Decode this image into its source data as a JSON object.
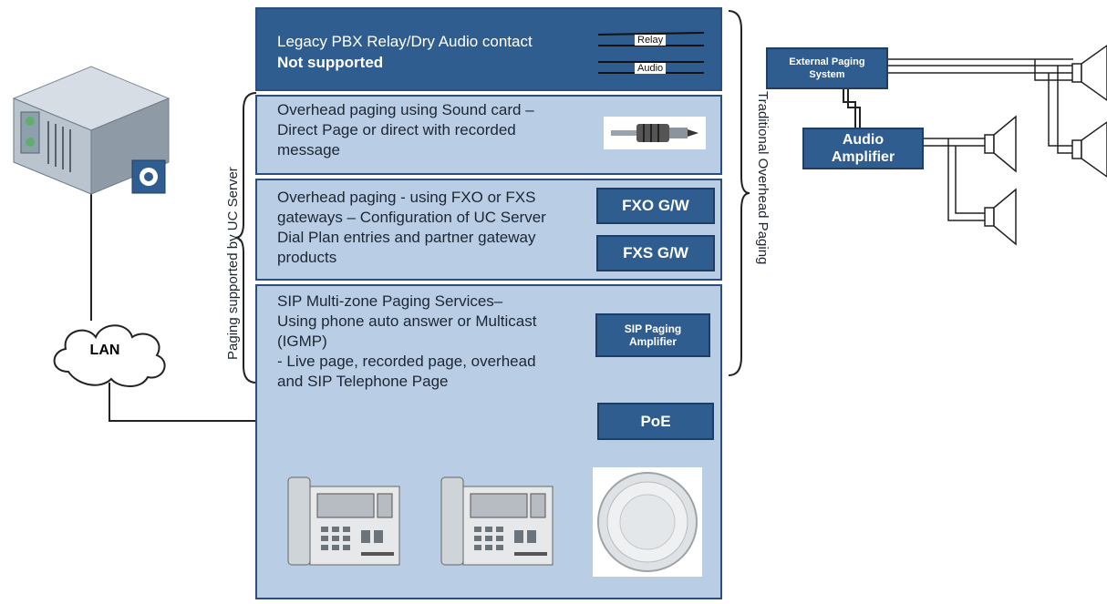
{
  "legacy": {
    "title": "Legacy PBX Relay/Dry Audio contact",
    "subtitle": "Not supported",
    "relay_label": "Relay",
    "audio_label": "Audio"
  },
  "soundcard": {
    "text": "Overhead paging using Sound card –\nDirect Page or direct with recorded\nmessage"
  },
  "fxo_fxs": {
    "text": "Overhead paging - using FXO or FXS\ngateways – Configuration of UC Server\nDial Plan entries and partner gateway\nproducts",
    "fxo_label": "FXO G/W",
    "fxs_label": "FXS G/W"
  },
  "sip": {
    "text": "SIP Multi-zone Paging Services–\nUsing phone auto answer or Multicast\n(IGMP)\n- Live page, recorded page, overhead\nand SIP Telephone Page",
    "amp_label": "SIP Paging\nAmplifier",
    "poe_label": "PoE"
  },
  "lan_label": "LAN",
  "external_paging_label": "External Paging\nSystem",
  "audio_amplifier_label": "Audio\nAmplifier",
  "left_brace_label": "Paging supported by UC Server",
  "right_brace_label": "Traditional Overhead Paging",
  "colors": {
    "panel_dark": "#2f5d90",
    "panel_light": "#b9cde4",
    "box_border": "#1e3e63"
  }
}
